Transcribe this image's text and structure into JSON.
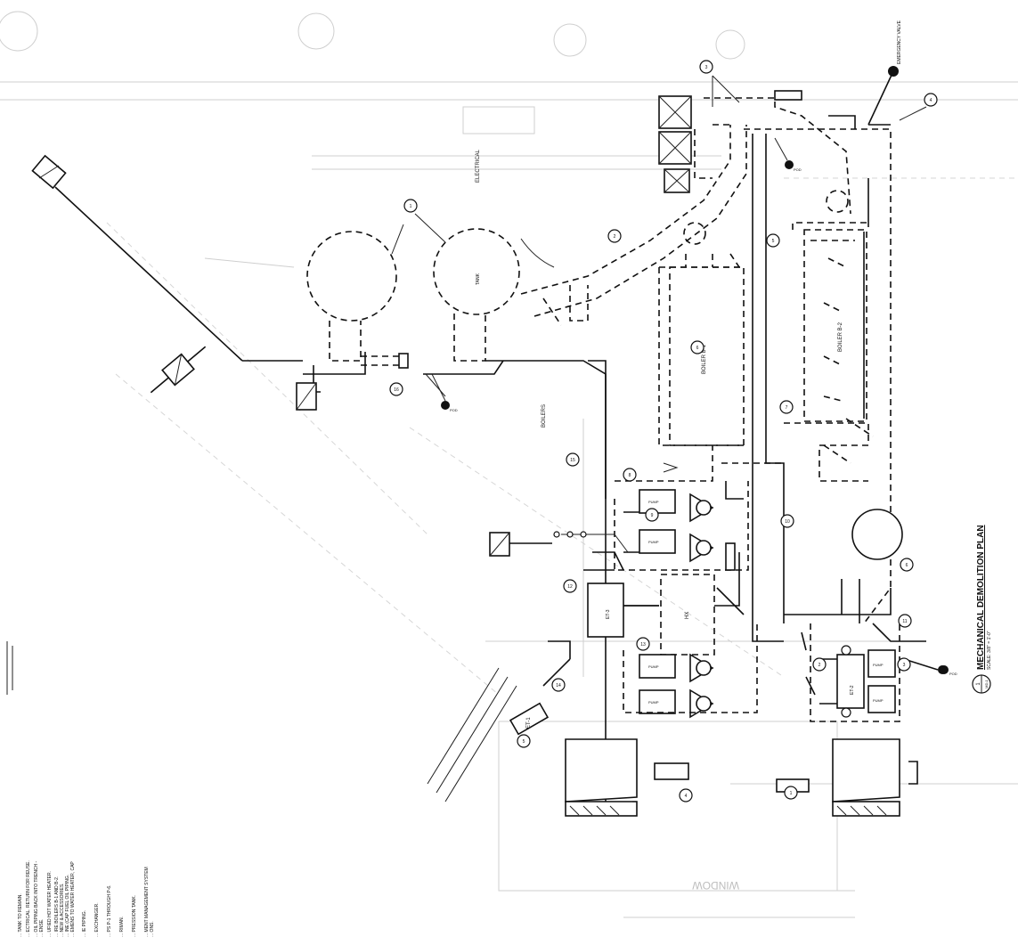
{
  "drawing": {
    "title": "MECHANICAL DEMOLITION PLAN",
    "scale": "SCALE: 3/8\" = 1'-0\"",
    "detail_number": "1",
    "sheet_ref": "MD-1"
  },
  "labels": {
    "electrical": "ELECTRICAL",
    "boilers": "BOILERS",
    "window": "WINDOW",
    "emergency_valve": "EMERGENCY VALVE",
    "boiler_b1": "BOILER B-1",
    "boiler_b2": "BOILER B-2",
    "tank": "TANK",
    "hx": "HX",
    "pump": "PUMP",
    "et1": "ET-1",
    "et2": "ET-2",
    "et3": "ET-3",
    "pod": "POD"
  },
  "notes": [
    "... TANK TO REMAIN.",
    "... ECTRICAL. RETURN FOR REUSE.",
    "... OIL PIPING BACK INTO TRENCH -",
    "... ENSE.",
    "... UFIED HOT WATER HEATER.",
    "... IRE BOILERS B-1 AND B-2.",
    "... NEW & ACCESSORIES.",
    "... INE (CAP FUEL OIL PIPING.",
    "... EMENS TO WATER HEATER, CAP",
    "... IE PIPING.",
    "... EXCHANGER.",
    "... PS P-1 THROUGH P-6.",
    "... RIMAN.",
    "... PRESSION TANK.",
    "... MENT MANAGEMENT SYSTEM",
    "... ONS."
  ],
  "callouts": [
    "1",
    "2",
    "3",
    "4",
    "5",
    "6",
    "7",
    "8",
    "9",
    "10",
    "11",
    "12",
    "13",
    "14",
    "15",
    "16"
  ]
}
